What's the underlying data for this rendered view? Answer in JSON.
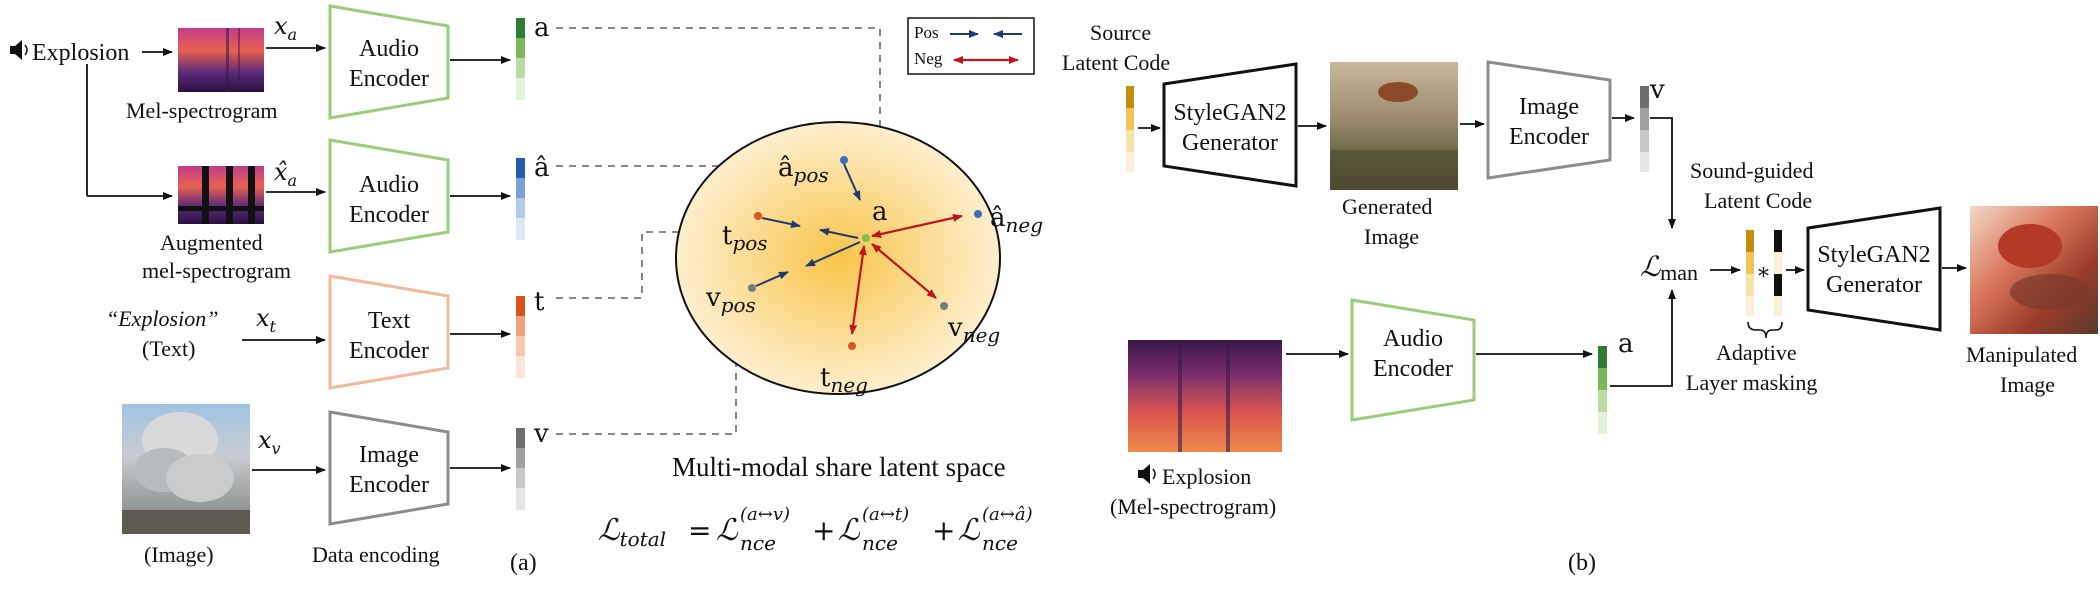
{
  "panel_a": {
    "label": "(a)",
    "input_audio": "Explosion",
    "mel_label": "Mel-spectrogram",
    "aug_label_1": "Augmented",
    "aug_label_2": "mel-spectrogram",
    "text_input": "“Explosion”",
    "text_caption": "(Text)",
    "image_caption": "(Image)",
    "data_encoding": "Data encoding",
    "x_a": "x",
    "x_a_sub": "a",
    "x_a_hat": "x̂",
    "x_t": "x",
    "x_t_sub": "t",
    "x_v": "x",
    "x_v_sub": "v",
    "audio_encoder_1": "Audio",
    "audio_encoder_2": "Encoder",
    "text_encoder_1": "Text",
    "text_encoder_2": "Encoder",
    "image_encoder_1": "Image",
    "image_encoder_2": "Encoder",
    "emb_a": "a",
    "emb_ahat": "â",
    "emb_t": "t",
    "emb_v": "v",
    "legend_pos": "Pos",
    "legend_neg": "Neg",
    "latent_caption": "Multi-modal share latent space",
    "pt_a": "a",
    "pt_ahat_pos": "â",
    "pt_ahat_neg": "â",
    "pt_t_pos": "t",
    "pt_t_neg": "t",
    "pt_v_pos": "v",
    "pt_v_neg": "v",
    "sub_pos": "pos",
    "sub_neg": "neg",
    "loss_lhs": "ℒ",
    "loss_lhs_sub": "total",
    "loss_eq": "= ",
    "loss_term_sup_1": "(a↔v)",
    "loss_term_sup_2": "(a↔t)",
    "loss_term_sup_3": "(a↔â)",
    "loss_term": "ℒ",
    "loss_term_sub": "nce",
    "plus": "+"
  },
  "panel_b": {
    "label": "(b)",
    "source_1": "Source",
    "source_2": "Latent Code",
    "stylegan_1": "StyleGAN2",
    "stylegan_2": "Generator",
    "generated_1": "Generated",
    "generated_2": "Image",
    "image_encoder_1": "Image",
    "image_encoder_2": "Encoder",
    "emb_v": "v",
    "emb_a": "a",
    "sound_guided_1": "Sound-guided",
    "sound_guided_2": "Latent Code",
    "loss_man": "ℒ",
    "loss_man_sub": "man",
    "star": "*",
    "adaptive_1": "Adaptive",
    "adaptive_2": "Layer masking",
    "manipulated_1": "Manipulated",
    "manipulated_2": "Image",
    "audio_encoder_1": "Audio",
    "audio_encoder_2": "Encoder",
    "explosion": "Explosion",
    "mel_caption": "(Mel-spectrogram)"
  },
  "colors": {
    "audio_encoder": "#9ccc7a",
    "text_encoder": "#f3b99a",
    "image_encoder": "#8c8c8c",
    "pos_arrow": "#1f3a6e",
    "neg_arrow": "#c0141c",
    "latent_center": "#f9c54a",
    "latent_edge": "#fdf3dc"
  }
}
